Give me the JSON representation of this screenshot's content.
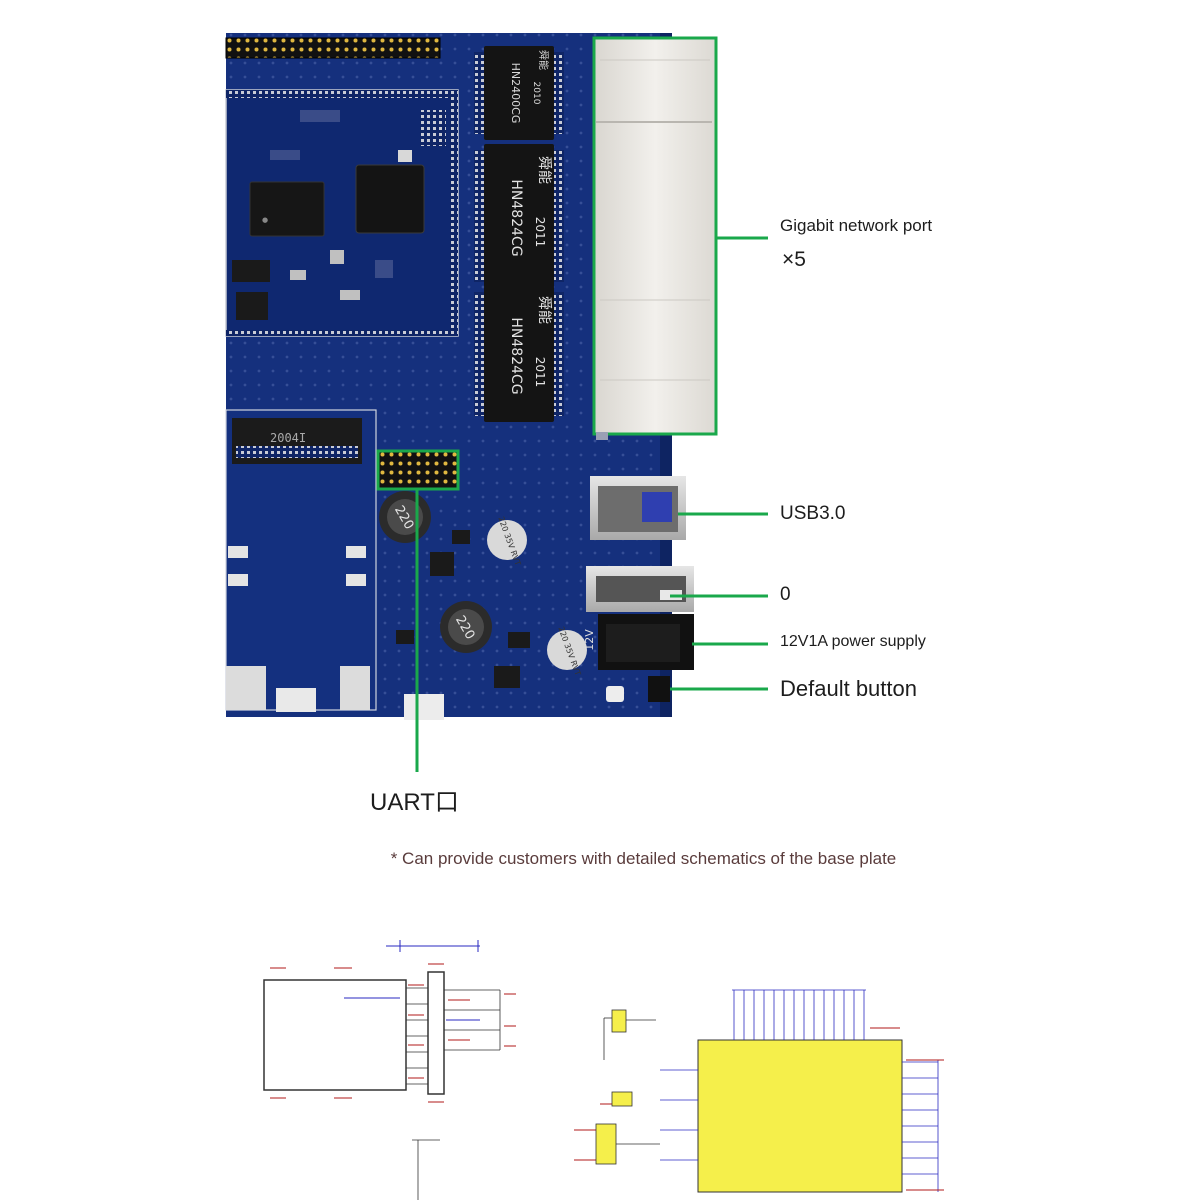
{
  "callouts": {
    "gigabit_port": "Gigabit network port",
    "gigabit_count": "×5",
    "usb": "USB3.0",
    "zero": "0",
    "power": "12V1A power supply",
    "default_button": "Default button",
    "uart": "UART口"
  },
  "note": "* Can provide customers with detailed schematics of the base plate",
  "board_markings": {
    "transformer_brand": "舜能",
    "transformer_1_part": "HN2400CG",
    "transformer_1_year": "2010",
    "transformer_2_part": "HN4824CG",
    "transformer_2_year": "2011",
    "transformer_3_part": "HN4824CG",
    "transformer_3_year": "2011",
    "inductor_1": "220",
    "inductor_2": "220",
    "capacitor_1": "220 35V RVT",
    "capacitor_2": "220 35V RVT",
    "m2_slot": "2004I",
    "dc_jack": "12V"
  },
  "colors": {
    "pcb": "#15307d",
    "pcb_dark": "#0c1f5c",
    "callout_line": "#1aa84b",
    "silkscreen": "#e8eaf3",
    "note_text": "#5a3c3c",
    "schematic_red": "#b11a1a",
    "schematic_blue": "#2a2ac0",
    "schematic_yellow": "#f5ef4b"
  }
}
